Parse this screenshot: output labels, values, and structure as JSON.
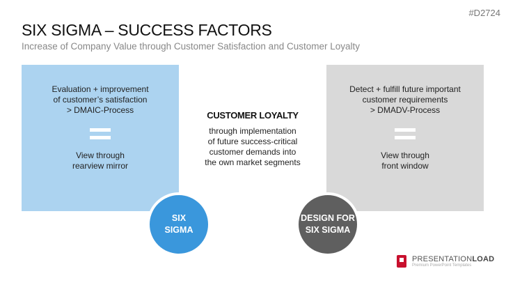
{
  "slide_code": "#D2724",
  "title": "SIX SIGMA – SUCCESS FACTORS",
  "subtitle": "Increase of Company Value through Customer Satisfaction and Customer Loyalty",
  "left_box": {
    "lines": [
      "Evaluation + improvement",
      "of customer’s satisfaction",
      "> DMAIC-Process"
    ],
    "bottom_lines": [
      "View through",
      "rearview mirror"
    ],
    "color": "#acd3f0"
  },
  "right_box": {
    "lines": [
      "Detect + fulfill future important",
      "customer requirements",
      "> DMADV-Process"
    ],
    "bottom_lines": [
      "View through",
      "front window"
    ],
    "color": "#d9d9d9"
  },
  "center": {
    "heading": "CUSTOMER LOYALTY",
    "lines": [
      "through implementation",
      "of future success-critical",
      "customer demands into",
      "the own market segments"
    ]
  },
  "circles": [
    {
      "lines": [
        "SIX",
        "SIGMA"
      ],
      "color": "#3a97dc"
    },
    {
      "lines": [
        "DESIGN FOR",
        "SIX SIGMA"
      ],
      "color": "#5f5f5f"
    }
  ],
  "logo": {
    "name_light": "PRESENTATION",
    "name_bold": "LOAD",
    "tagline": "Premium PowerPoint Templates"
  }
}
